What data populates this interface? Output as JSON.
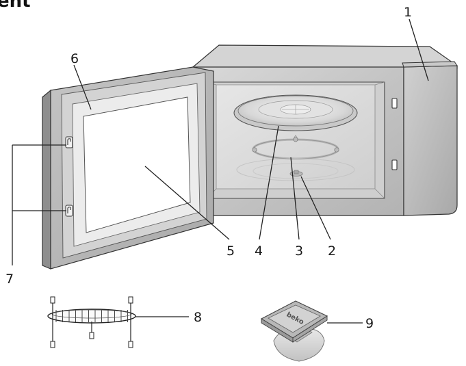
{
  "header": {
    "text": "ent"
  },
  "callouts": [
    {
      "id": "label-1",
      "text": "1"
    },
    {
      "id": "label-2",
      "text": "2"
    },
    {
      "id": "label-3",
      "text": "3"
    },
    {
      "id": "label-4",
      "text": "4"
    },
    {
      "id": "label-5",
      "text": "5"
    },
    {
      "id": "label-6",
      "text": "6"
    },
    {
      "id": "label-7",
      "text": "7"
    },
    {
      "id": "label-8",
      "text": "8"
    },
    {
      "id": "label-9",
      "text": "9"
    }
  ],
  "coupler_brand": {
    "text": "beko"
  },
  "colors": {
    "outline": "#333333",
    "door_frame": "#b9b9b9",
    "door_edge": "#8f8f8f",
    "window_gasket": "#e9e9e9",
    "window_glass": "#ffffff",
    "body": "#c7c7c7",
    "body_top": "#d6d6d6",
    "cavity": "#dcdcdc",
    "control_panel": "#bdbdbd"
  }
}
